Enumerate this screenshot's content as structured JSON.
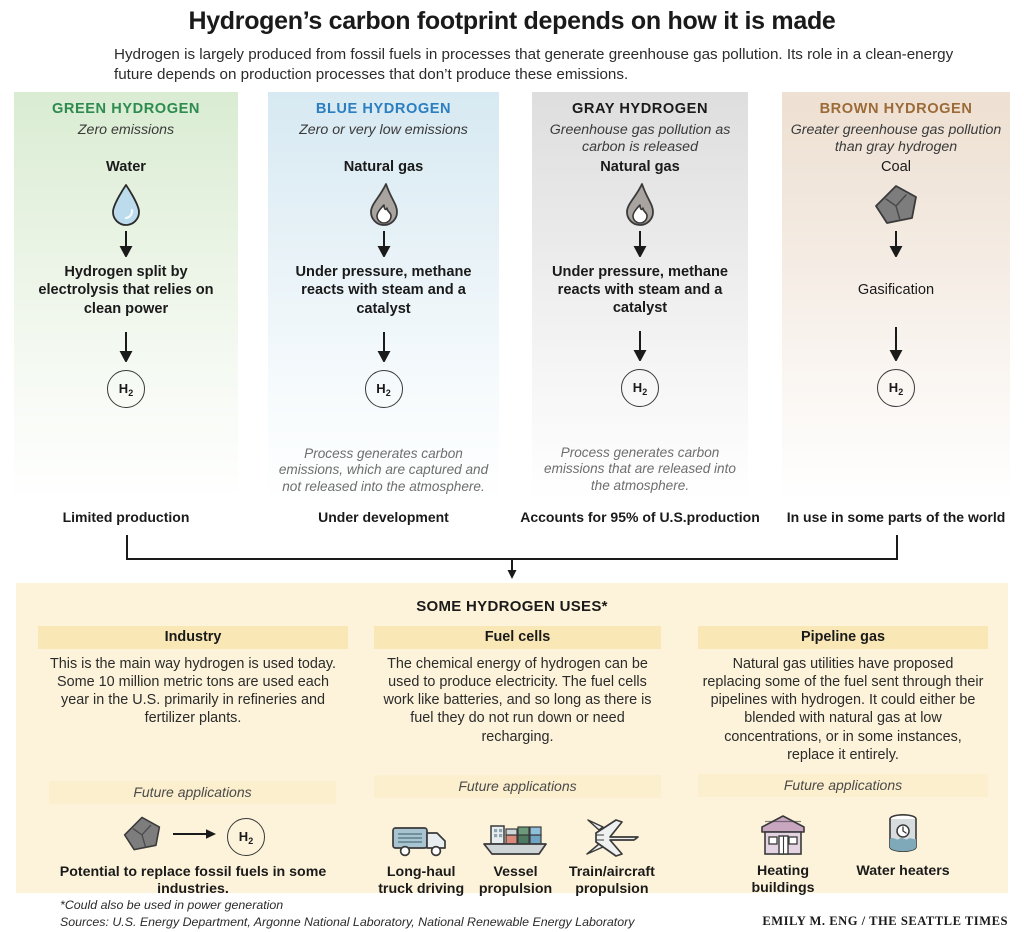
{
  "header": {
    "headline": "Hydrogen’s carbon footprint depends on how it is made",
    "deck": "Hydrogen is largely produced from fossil fuels in processes that generate greenhouse gas pollution. Its role in a clean-energy future depends on production processes that don’t produce these emissions."
  },
  "colors": {
    "green": "#2e8b4f",
    "blue": "#2b7fc1",
    "gray": "#1a1a1a",
    "brown": "#9c6b38",
    "uses_bg": "#fdf3da",
    "uses_head_bg": "#fae7b6",
    "future_head_bg": "#fcefcd"
  },
  "panels": [
    {
      "title": "GREEN HYDROGEN",
      "subtitle": "Zero emissions",
      "feedstock": "Water",
      "feed_icon": "water-droplet-icon",
      "process": "Hydrogen split by electrolysis that relies on clean power",
      "output": "H2",
      "note": "",
      "status": "Limited production"
    },
    {
      "title": "BLUE HYDROGEN",
      "subtitle": "Zero or very low emissions",
      "feedstock": "Natural gas",
      "feed_icon": "gas-flame-droplet-icon",
      "process": "Under pressure, methane reacts with steam and a catalyst",
      "output": "H2",
      "note": "Process generates carbon emissions, which are captured and not released into the atmosphere.",
      "status": "Under development"
    },
    {
      "title": "GRAY HYDROGEN",
      "subtitle": "Greenhouse gas pollution as carbon is released",
      "feedstock": "Natural gas",
      "feed_icon": "gas-flame-droplet-icon",
      "process": "Under pressure, methane reacts with steam and a catalyst",
      "output": "H2",
      "note": "Process generates carbon emissions that are released into the atmosphere.",
      "status": "Accounts for 95% of U.S.production"
    },
    {
      "title": "BROWN HYDROGEN",
      "subtitle": "Greater greenhouse gas pollution than gray hydrogen",
      "feedstock": "Coal",
      "feed_icon": "coal-lump-icon",
      "process": "Gasification",
      "output": "H2",
      "note": "",
      "status": "In use in some parts of the world"
    }
  ],
  "uses": {
    "title": "SOME HYDROGEN USES*",
    "future_label": "Future applications",
    "columns": [
      {
        "head": "Industry",
        "body": "This is the main way hydrogen is used today. Some 10 million metric tons are used each year in the U.S. primarily in refineries and fertilizer plants.",
        "apps": [],
        "replacement": {
          "from_icon": "coal-lump-icon",
          "arrow_icon": "arrow-right-icon",
          "to_label": "H2",
          "caption": "Potential to replace fossil fuels in some industries."
        }
      },
      {
        "head": "Fuel cells",
        "body": "The chemical energy of hydrogen can be  used to produce electricity. The fuel cells  work like batteries, and so long as there is fuel they do not run down or need recharging.",
        "apps": [
          {
            "icon": "truck-icon",
            "label": "Long-haul truck driving"
          },
          {
            "icon": "cargo-ship-icon",
            "label": "Vessel propulsion"
          },
          {
            "icon": "airplane-icon",
            "label": "Train/aircraft propulsion"
          }
        ]
      },
      {
        "head": "Pipeline gas",
        "body": "Natural gas utilities have proposed replacing some of the fuel sent through their pipelines with hydrogen. It could either be blended with natural gas at low concentrations, or in some instances, replace it entirely.",
        "apps": [
          {
            "icon": "house-icon",
            "label": "Heating buildings"
          },
          {
            "icon": "water-heater-icon",
            "label": "Water heaters"
          }
        ]
      }
    ]
  },
  "footer": {
    "footnote_line1": "*Could also be used in power generation",
    "footnote_line2": "Sources: U.S. Energy Department, Argonne National Laboratory, National Renewable Energy Laboratory",
    "credit": "EMILY M. ENG / THE SEATTLE TIMES"
  }
}
